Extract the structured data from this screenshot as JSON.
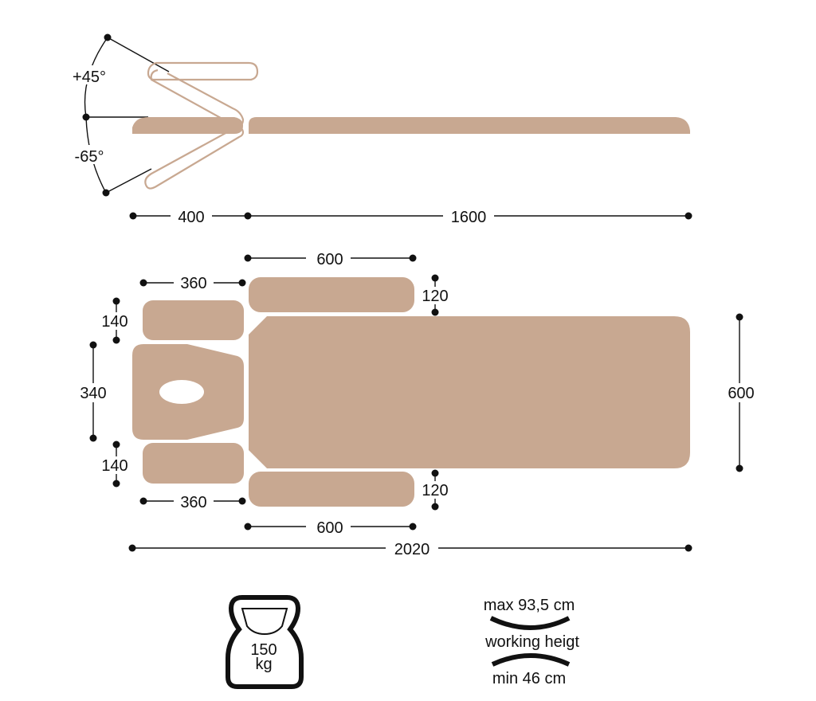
{
  "side_view": {
    "angle_up": "+45°",
    "angle_down": "-65°",
    "dim_head": "400",
    "dim_body": "1600"
  },
  "top_view": {
    "dim_head_piece_top": "360",
    "dim_head_piece_bottom": "360",
    "dim_armrest_top": "600",
    "dim_armrest_bottom": "600",
    "dim_armrest_width_top": "120",
    "dim_armrest_width_bottom": "120",
    "dim_side_piece_top": "140",
    "dim_side_piece_bottom": "140",
    "dim_head_width": "340",
    "dim_body_width": "600",
    "dim_total_length": "2020"
  },
  "specs": {
    "max_load_value": "150",
    "max_load_unit": "kg",
    "height_max": "max 93,5 cm",
    "height_label": "working heigt",
    "height_min": "min 46 cm"
  },
  "colors": {
    "segment": "#c8a891",
    "line": "#111111"
  }
}
